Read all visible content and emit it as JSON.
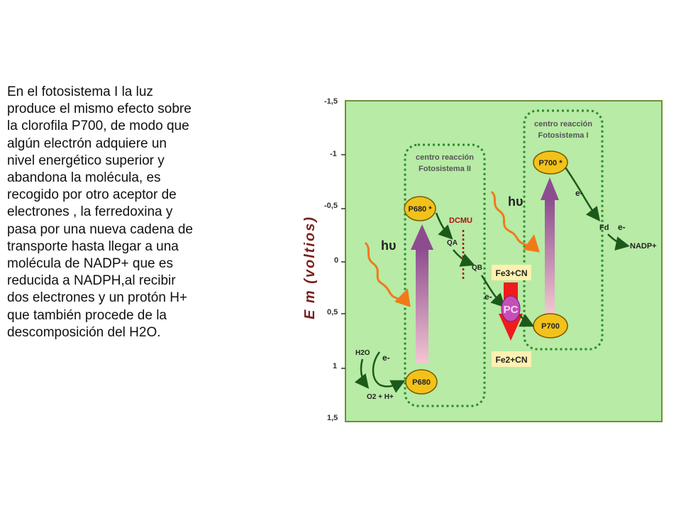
{
  "text": {
    "lines": [
      "En el fotosistema I la luz",
      "produce el mismo efecto sobre",
      "la clorofila P700, de modo que",
      "algún electrón adquiere un",
      "nivel energético superior y",
      "abandona la molécula, es",
      "recogido por otro aceptor de",
      "electrones , la ferredoxina y",
      "pasa por una nueva cadena de",
      "transporte hasta llegar a una",
      "molécula de NADP+ que es",
      "reducida a NADPH,al recibir",
      "dos electrones y un protón H+",
      "que también procede de la",
      "descomposición del H2O."
    ]
  },
  "diagram": {
    "y_axis_label": "E m (voltios)",
    "y_ticks": [
      "-1,5",
      "-1",
      "-0,5",
      "0",
      "0,5",
      "1",
      "1,5"
    ],
    "ps2": {
      "title1": "centro reacción",
      "title2": "Fotosistema II",
      "excited": "P680 *",
      "ground": "P680"
    },
    "ps1": {
      "title1": "centro reacción",
      "title2": "Fotosistema I",
      "excited": "P700 *",
      "ground": "P700"
    },
    "light": "hυ",
    "electron": "e-",
    "dcmu": "DCMU",
    "qa": "QA",
    "qb": "QB",
    "fe3": "Fe3+CN",
    "fe2": "Fe2+CN",
    "pc": "PC",
    "h2o": "H2O",
    "o2": "O2 + H+",
    "fd": "Fd",
    "nadp": "NADP+",
    "colors": {
      "panel_bg": "#b7eba6",
      "panel_border": "#6f8f37",
      "box_border": "#2b8a2b",
      "molecule_fill": "#f2c21a",
      "label_box": "#fff1b0",
      "light_wave": "#f07a1a",
      "up_arrow": "#8d4c8f",
      "red_arrow": "#ee1c1c",
      "pc_fill": "#c44fb8",
      "dark_green": "#1c5a1c",
      "axis_label": "#7a1f1f"
    }
  }
}
